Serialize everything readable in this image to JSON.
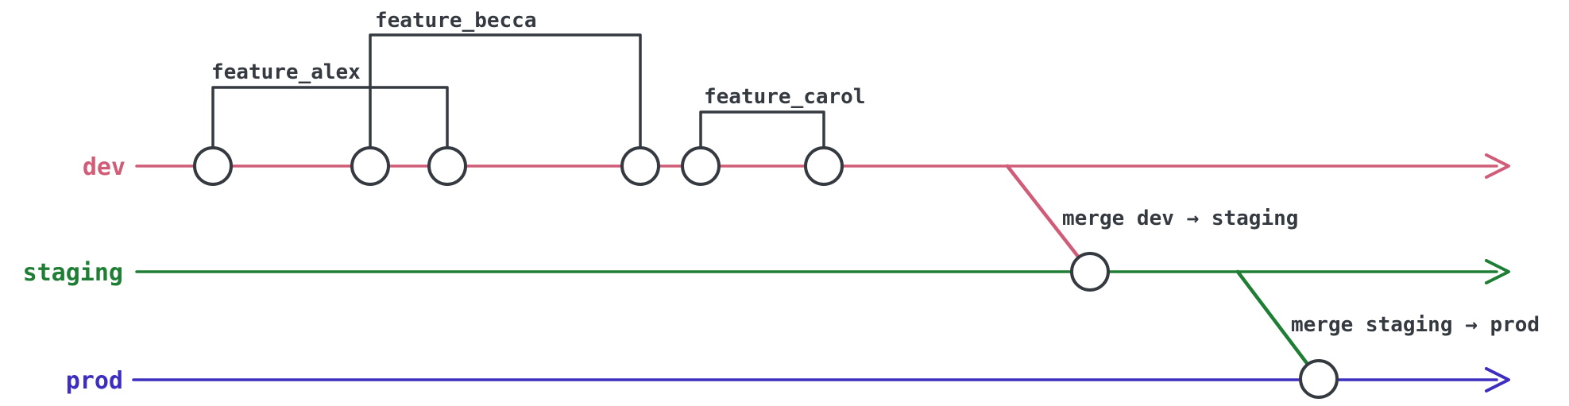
{
  "diagram": {
    "kind": "git-branching-timeline",
    "colors": {
      "dev": "#d15c77",
      "staging": "#1e7e34",
      "prod": "#3e2ec0",
      "ink": "#343a40",
      "commit_fill": "#ffffff",
      "background": "#ffffff"
    },
    "branches": [
      {
        "label": "dev",
        "commit_count": 6
      },
      {
        "label": "staging",
        "commit_count": 1
      },
      {
        "label": "prod",
        "commit_count": 1
      }
    ],
    "feature_branches": [
      {
        "label": "feature_alex",
        "covers_dev_commits": [
          1,
          3
        ]
      },
      {
        "label": "feature_becca",
        "covers_dev_commits": [
          2,
          4
        ]
      },
      {
        "label": "feature_carol",
        "covers_dev_commits": [
          5,
          6
        ]
      }
    ],
    "merges": [
      {
        "label": "merge dev → staging",
        "from": "dev",
        "to": "staging"
      },
      {
        "label": "merge staging → prod",
        "from": "staging",
        "to": "prod"
      }
    ]
  }
}
